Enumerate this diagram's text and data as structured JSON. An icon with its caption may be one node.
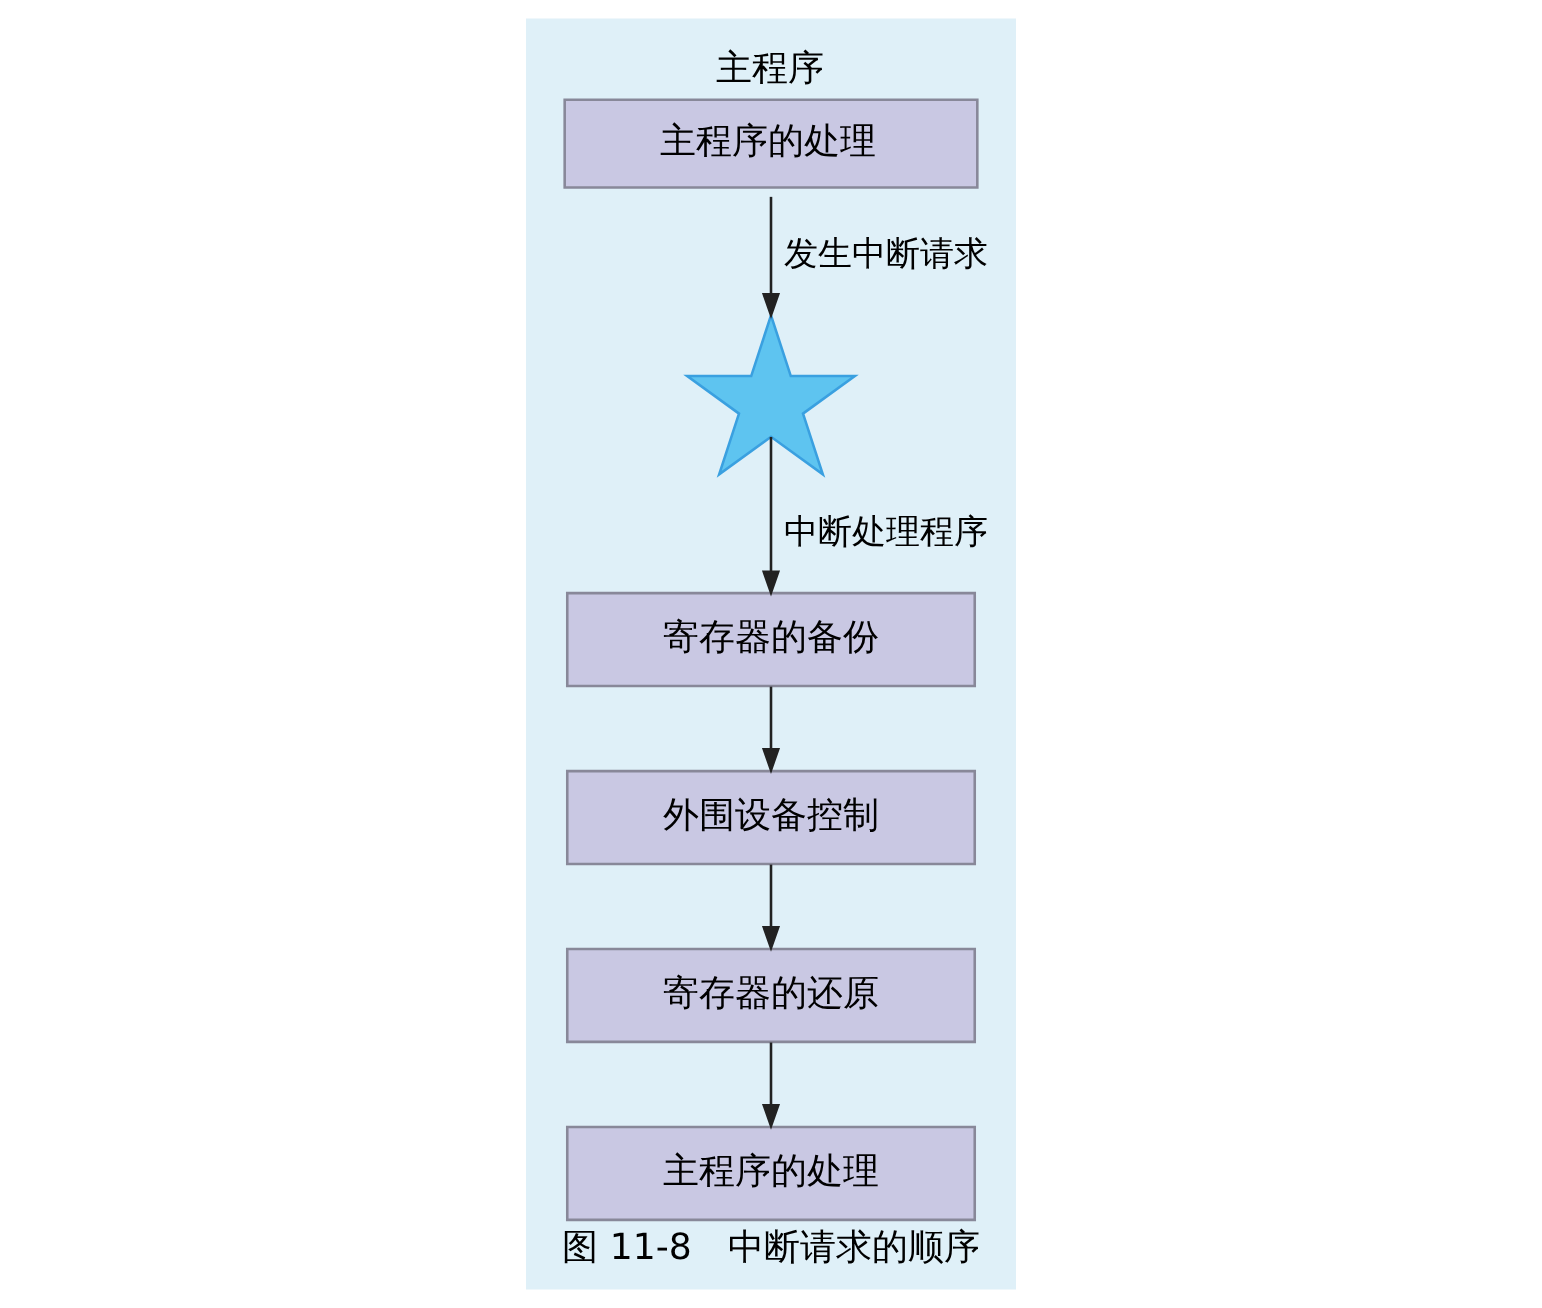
{
  "diagram": {
    "caption": "图 11-8　中断请求的顺序",
    "nodes": [
      {
        "text": [
          "主程序",
          "主程序的处理"
        ]
      },
      {
        "text": [],
        "shape": "star"
      },
      {
        "text": [
          "寄存器的备份"
        ]
      },
      {
        "text": [
          "外围设备控制"
        ]
      },
      {
        "text": [
          "寄存器的还原"
        ]
      },
      {
        "text": [
          "主程序的处理"
        ]
      }
    ],
    "edges": [
      {
        "from": 0,
        "to": 1,
        "arrow": "to",
        "label": "发生中断请求"
      },
      {
        "from": 1,
        "to": 2,
        "arrow": "to",
        "label": "中断处理程序"
      },
      {
        "from": 2,
        "to": 3,
        "arrow": "to"
      },
      {
        "from": 3,
        "to": 4,
        "arrow": "to"
      },
      {
        "from": 4,
        "to": 5,
        "arrow": "to"
      }
    ]
  }
}
